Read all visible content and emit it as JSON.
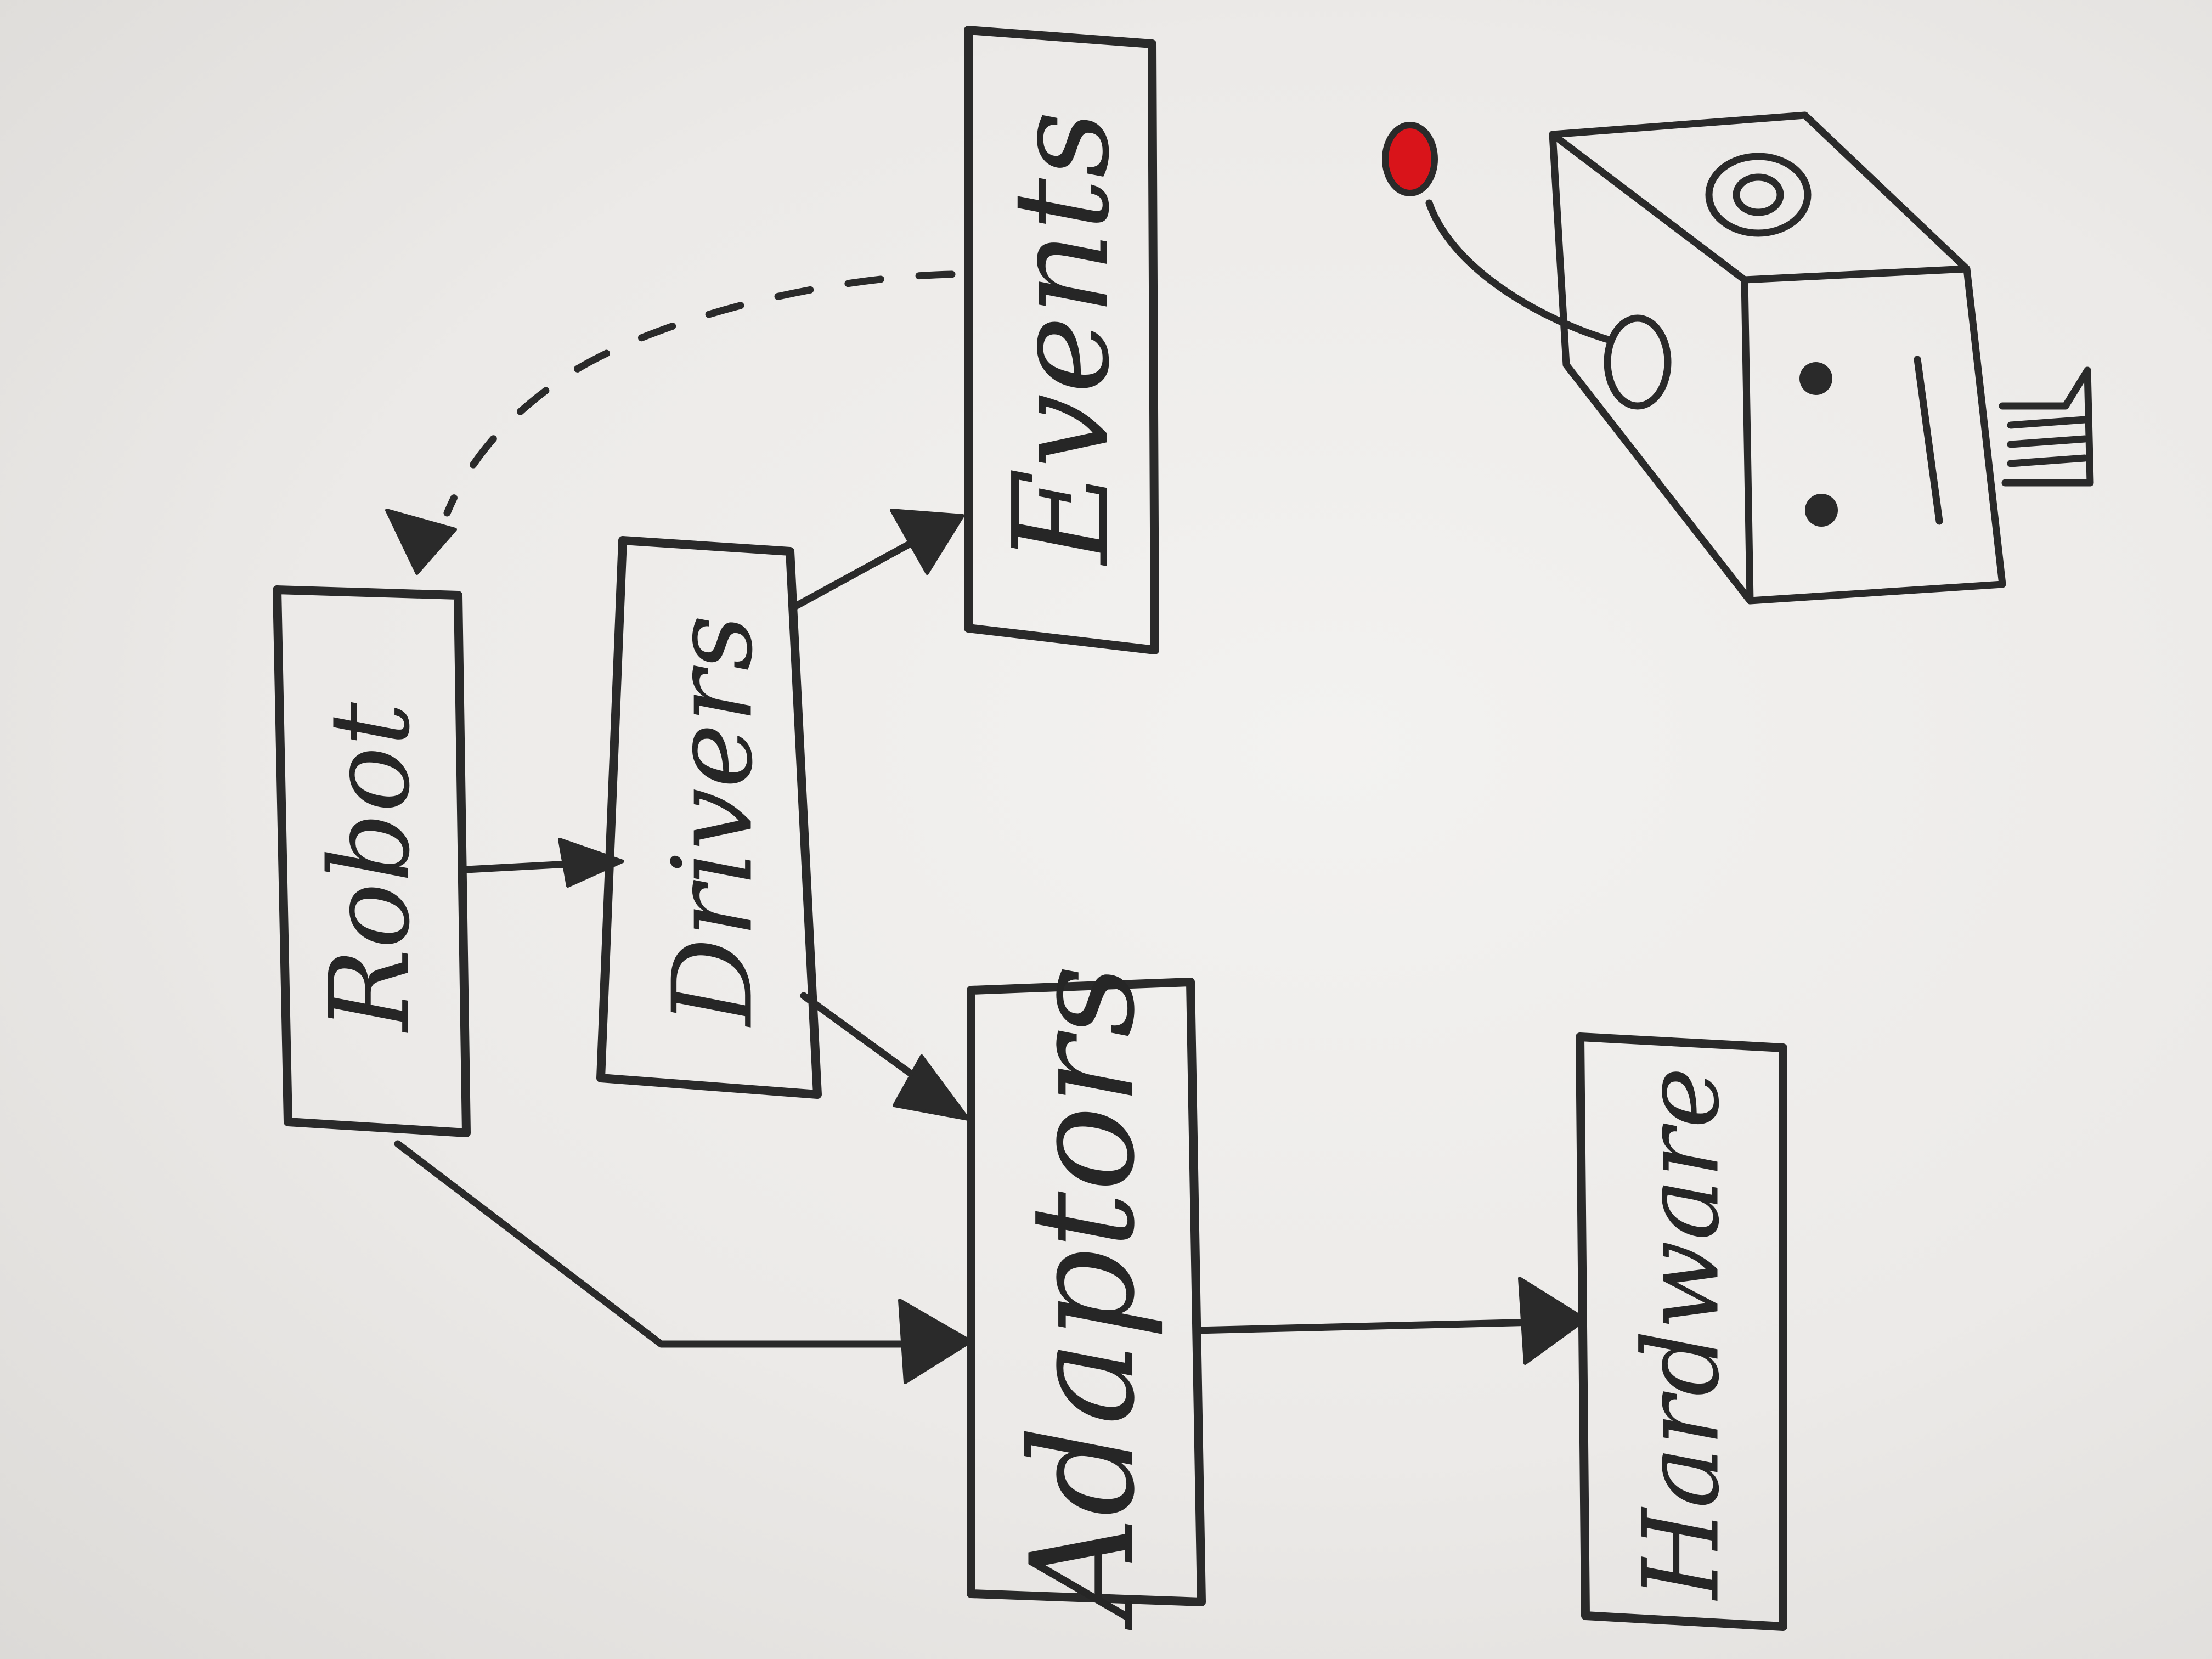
{
  "diagram": {
    "nodes": [
      {
        "id": "robot",
        "label": "Robot"
      },
      {
        "id": "drivers",
        "label": "Drivers"
      },
      {
        "id": "events",
        "label": "Events"
      },
      {
        "id": "adaptors",
        "label": "Adaptors"
      },
      {
        "id": "hardware",
        "label": "Hardware"
      }
    ],
    "edges": [
      {
        "from": "robot",
        "to": "drivers",
        "style": "solid"
      },
      {
        "from": "drivers",
        "to": "events",
        "style": "solid"
      },
      {
        "from": "drivers",
        "to": "adaptors",
        "style": "solid"
      },
      {
        "from": "robot",
        "to": "adaptors",
        "style": "solid"
      },
      {
        "from": "adaptors",
        "to": "hardware",
        "style": "solid"
      },
      {
        "from": "events",
        "to": "robot",
        "style": "dashed"
      }
    ],
    "illustration": {
      "icon": "robot-icon",
      "accent_color": "#d9141a"
    }
  }
}
